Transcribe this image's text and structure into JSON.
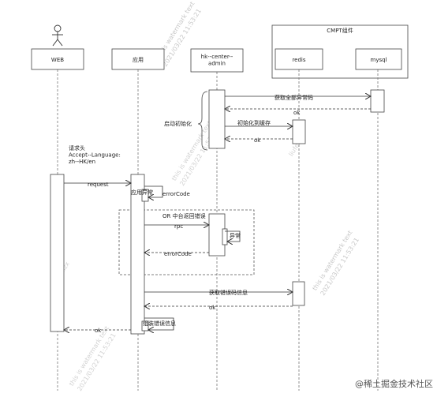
{
  "participants": {
    "web": "WEB",
    "app": "应用",
    "center": "hk--center--\nadmin",
    "group": "CMPT组件",
    "redis": "redis",
    "mysql": "mysql"
  },
  "notes": {
    "header": "请求头\nAccept--Language:\nzh--HK/en",
    "startup": "启动初始化",
    "or": "OR 中台返回错误"
  },
  "messages": {
    "fetch_all": "获取全部异常码",
    "ok1": "ok",
    "init_cache": "初始化到缓存",
    "ok2": "ok",
    "request": "request",
    "app_exception": "应用异常",
    "error_code1": "errorCode",
    "rpc": "rpc",
    "exception": "异常",
    "error_code2": "errorCode",
    "fetch_msg": "获取错误码信息",
    "ok3": "ok",
    "assemble": "组装错误信息",
    "ok4": "ok"
  },
  "watermark": {
    "line1": "this is watermark text",
    "line2": "2021/03/22 11:53:21",
    "line3": "liufeilzx"
  },
  "footer": "@稀土掘金技术社区"
}
